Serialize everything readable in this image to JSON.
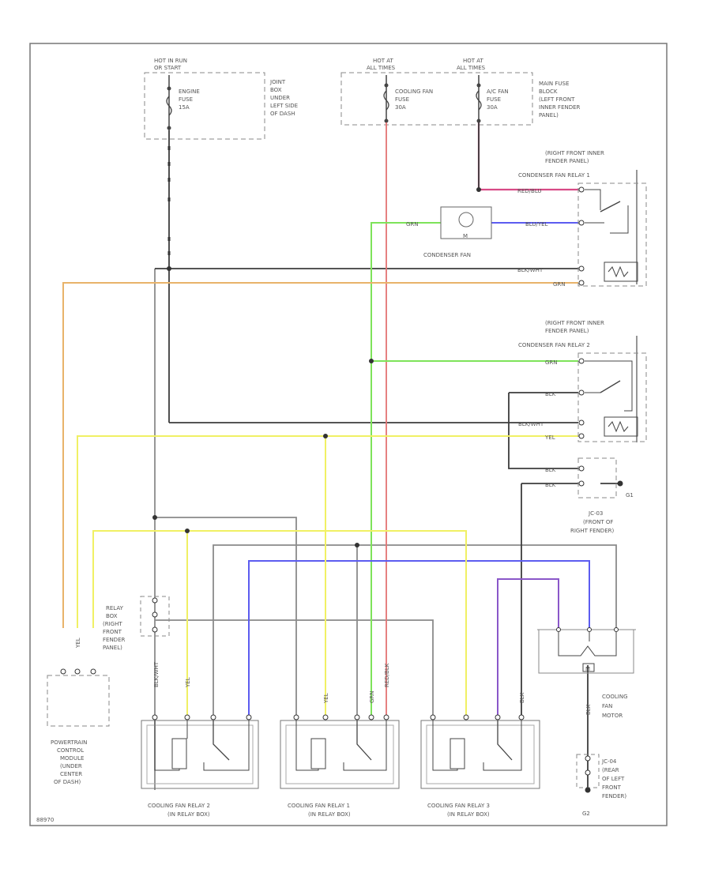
{
  "fuse_blocks": {
    "left": {
      "header": [
        "HOT IN RUN",
        "OR START"
      ],
      "fuse": [
        "ENGINE",
        "FUSE",
        "15A"
      ],
      "location": [
        "JOINT",
        "BOX",
        "UNDER",
        "LEFT SIDE",
        "OF DASH"
      ]
    },
    "right": {
      "header1": [
        "HOT AT",
        "ALL TIMES"
      ],
      "header2": [
        "HOT AT",
        "ALL TIMES"
      ],
      "fuse1": [
        "COOLING FAN",
        "FUSE",
        "30A"
      ],
      "fuse2": [
        "A/C FAN",
        "FUSE",
        "30A"
      ],
      "location": [
        "MAIN FUSE",
        "BLOCK",
        "(LEFT FRONT",
        "INNER FENDER",
        "PANEL)"
      ]
    }
  },
  "relay_upper": {
    "location": [
      "(RIGHT FRONT INNER",
      "FENDER PANEL)"
    ],
    "name": "CONDENSER FAN RELAY 1"
  },
  "relay_lower": {
    "location": [
      "(RIGHT FRONT INNER",
      "FENDER PANEL)"
    ],
    "name": "CONDENSER FAN RELAY 2"
  },
  "condenser_fan": {
    "label": "CONDENSER FAN",
    "symbol": "M"
  },
  "ground_g1": {
    "id": "G1",
    "joint": [
      "JC-03",
      "(FRONT OF",
      "RIGHT FENDER)"
    ]
  },
  "relay_box": {
    "label": [
      "RELAY",
      "BOX",
      "(RIGHT",
      "FRONT",
      "FENDER",
      "PANEL)"
    ]
  },
  "pcm": {
    "label": [
      "POWERTRAIN",
      "CONTROL",
      "MODULE",
      "(UNDER",
      "CENTER",
      "OF DASH)"
    ]
  },
  "relays": [
    {
      "name": "COOLING FAN RELAY 2",
      "location": "(IN RELAY BOX)"
    },
    {
      "name": "COOLING FAN RELAY 1",
      "location": "(IN RELAY BOX)"
    },
    {
      "name": "COOLING FAN RELAY 3",
      "location": "(IN RELAY BOX)"
    }
  ],
  "cooling_fan_motor": {
    "label": [
      "COOLING",
      "FAN",
      "MOTOR"
    ],
    "symbol": "M"
  },
  "ground_g2": {
    "id": "G2",
    "joint": [
      "JC-04",
      "(REAR",
      "OF LEFT",
      "FRONT",
      "FENDER)"
    ]
  },
  "wire_labels": {
    "blk_wht": "BLK/WHT",
    "grn": "GRN",
    "blu_yel": "BLU/YEL",
    "blk": "BLK",
    "yel": "YEL",
    "red_blk": "RED/BLK",
    "red_blu": "RED/BLU"
  },
  "footer_code": "88970"
}
